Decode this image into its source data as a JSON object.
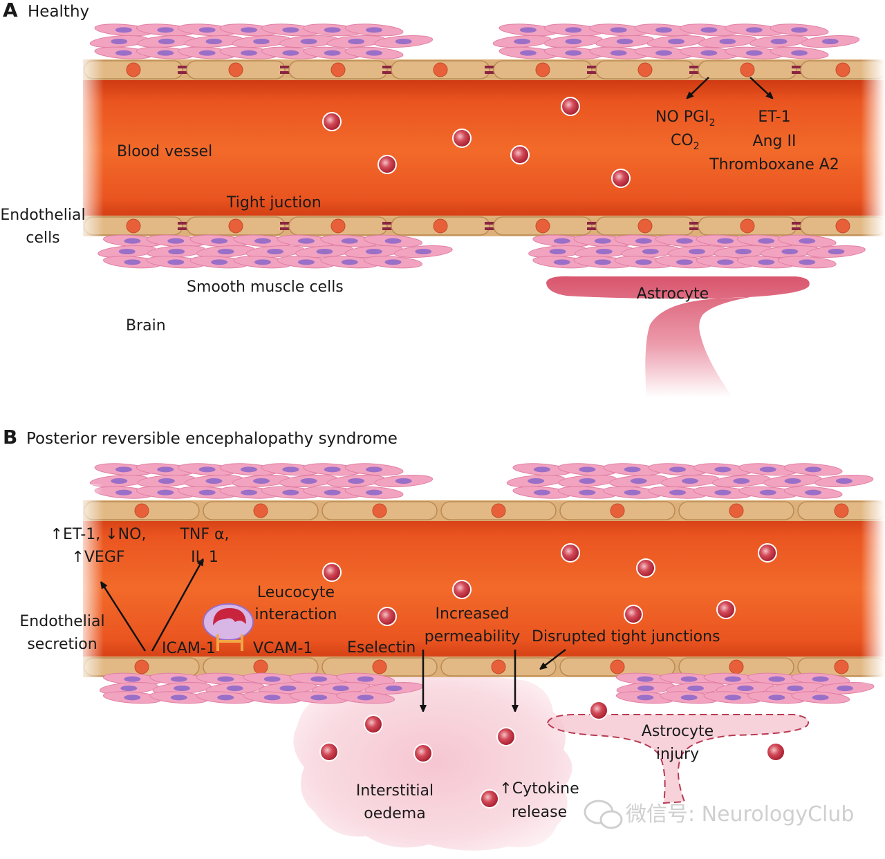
{
  "panel_a": {
    "letter": "A",
    "title": "Healthy",
    "labels": {
      "blood_vessel": "Blood vessel",
      "tight_junction": "Tight juction",
      "endothelial_line1": "Endothelial",
      "endothelial_line2": "cells",
      "smooth_muscle": "Smooth muscle cells",
      "brain": "Brain",
      "astrocyte": "Astrocyte",
      "no_pgi": "NO PGI",
      "no_pgi_sub": "2",
      "co": "CO",
      "co_sub": "2",
      "et1": "ET-1",
      "ang2": "Ang II",
      "thromboxane": "Thromboxane A2"
    }
  },
  "panel_b": {
    "letter": "B",
    "title": "Posterior reversible encephalopathy syndrome",
    "labels": {
      "et1_no_line1": "↑ET-1, ↓NO,",
      "et1_no_line2": "↑VEGF",
      "tnf_line1": "TNF α,",
      "tnf_line2": "IL 1",
      "endo_sec_line1": "Endothelial",
      "endo_sec_line2": "secretion",
      "icam": "ICAM-1",
      "vcam": "VCAM-1",
      "leuco_line1": "Leucocyte",
      "leuco_line2": "interaction",
      "eselectin": "Eselectin",
      "perm_line1": "Increased",
      "perm_line2": "permeability",
      "disrupted": "Disrupted tight junctions",
      "astro_inj_line1": "Astrocyte",
      "astro_inj_line2": "injury",
      "oedema_line1": "Interstitial",
      "oedema_line2": "oedema",
      "cytokine_line1": "↑Cytokine",
      "cytokine_line2": "release"
    }
  },
  "watermark": "微信号: NeurologyClub",
  "colors": {
    "blood": "#e8521f",
    "blood_edge": "#c63312",
    "endothelial": "#ddb07a",
    "nucleus": "#e8603a",
    "smooth_muscle": "#f2a3c0",
    "smooth_nucleus": "#9a6fc8",
    "astrocyte": "#d9566e",
    "rbc": "#c0283a",
    "edema": "#f8d5dc"
  }
}
